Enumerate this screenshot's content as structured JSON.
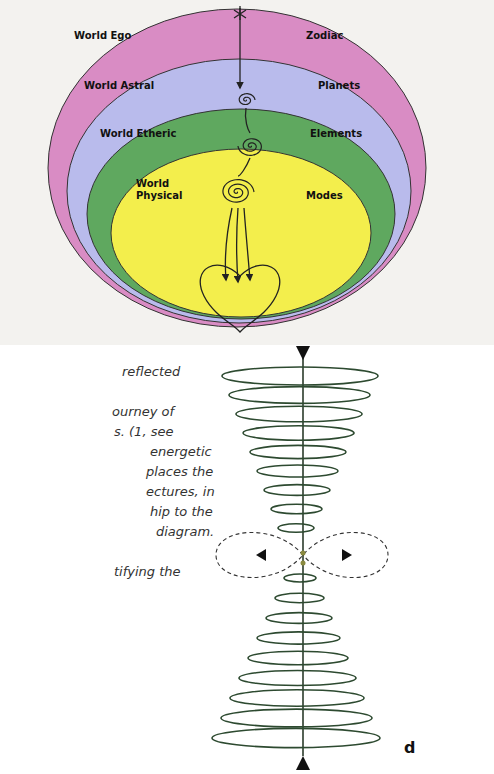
{
  "diagram": {
    "nodes": [
      {
        "text": [
          "World Ego",
          "Zodiac"
        ]
      },
      {
        "text": [
          "World Astral",
          "Planets"
        ],
        "in": 0
      },
      {
        "text": [
          "World Etheric",
          "Elements"
        ],
        "in": 1
      },
      {
        "text": [
          "World Physical",
          "Modes"
        ],
        "in": 2
      }
    ],
    "labels": [
      "reflected",
      "ourney of",
      "s. (1, see",
      "energetic",
      "places the",
      "ectures, in",
      "hip to the",
      "diagram.",
      "tifying the",
      "d"
    ]
  }
}
